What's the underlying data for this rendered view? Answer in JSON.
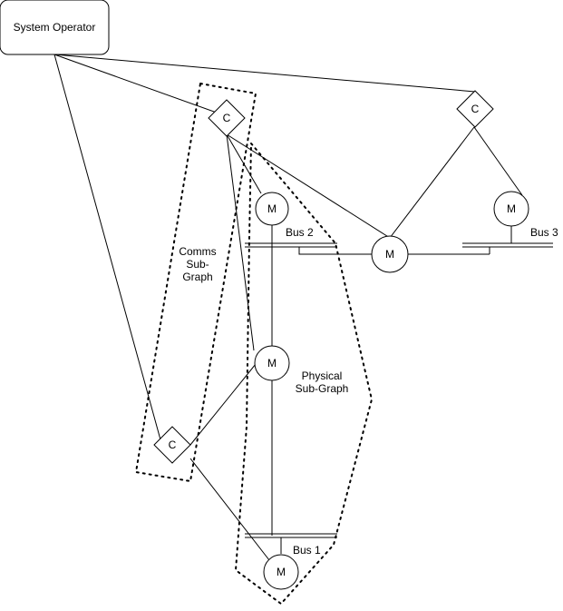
{
  "operator": {
    "label": "System Operator"
  },
  "controllers": {
    "top": "C",
    "right": "C",
    "bottom": "C"
  },
  "meters": {
    "m_bus2": "M",
    "m_center": "M",
    "m_bus3": "M",
    "m_mid": "M",
    "m_bus1": "M"
  },
  "buses": {
    "bus1": "Bus 1",
    "bus2": "Bus 2",
    "bus3": "Bus 3"
  },
  "regions": {
    "comms": [
      "Comms",
      "Sub-",
      "Graph"
    ],
    "physical": [
      "Physical",
      "Sub-Graph"
    ]
  }
}
